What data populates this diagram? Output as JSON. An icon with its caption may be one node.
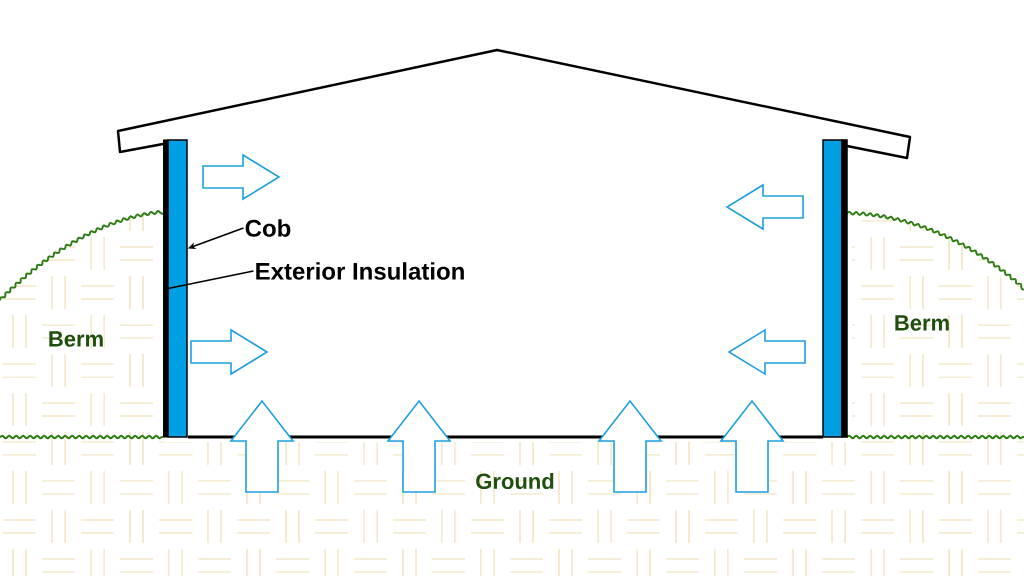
{
  "diagram": {
    "nodes": [
      {
        "text": [
          "Cob"
        ]
      },
      {
        "text": [],
        "shape": "bar"
      },
      {
        "text": [
          "Exterior Insulation"
        ]
      },
      {
        "text": [],
        "shape": "bar"
      }
    ],
    "edges": [
      {
        "from": 0,
        "to": 3,
        "arrow": "to"
      },
      {
        "from": 2,
        "to": 1,
        "arrow": "none"
      }
    ],
    "labels": [
      "Berm",
      "Berm",
      "Ground"
    ]
  }
}
